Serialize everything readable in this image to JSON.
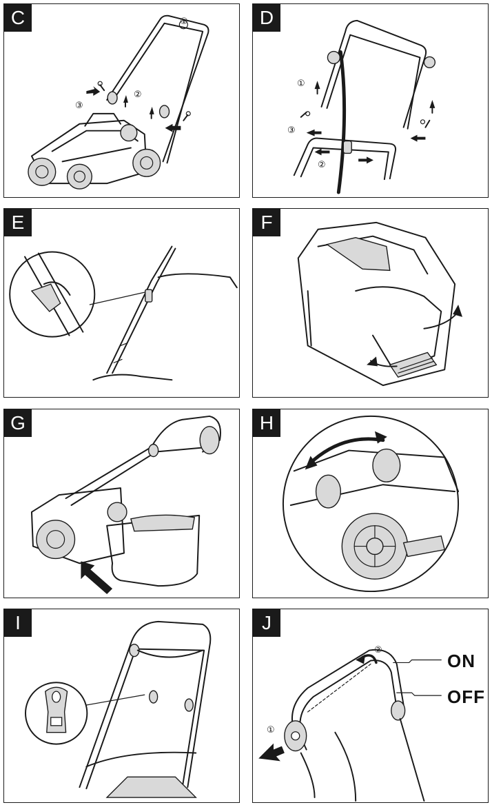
{
  "panels": {
    "c": {
      "letter": "C",
      "callouts": [
        "①",
        "②",
        "③"
      ]
    },
    "d": {
      "letter": "D",
      "callouts": [
        "①",
        "②",
        "③"
      ]
    },
    "e": {
      "letter": "E"
    },
    "f": {
      "letter": "F"
    },
    "g": {
      "letter": "G"
    },
    "h": {
      "letter": "H"
    },
    "i": {
      "letter": "I"
    },
    "j": {
      "letter": "J",
      "callouts": [
        "①",
        "②"
      ],
      "on_label": "ON",
      "off_label": "OFF"
    }
  },
  "colors": {
    "line": "#1a1a1a",
    "fill": "#d9d9d9",
    "background": "#ffffff"
  }
}
